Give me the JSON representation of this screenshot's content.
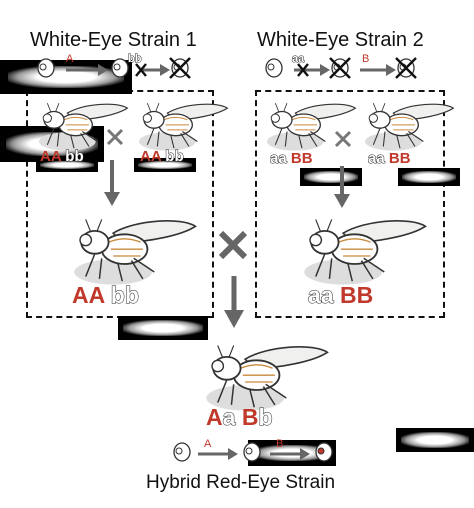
{
  "left": {
    "title": "White-Eye Strain 1",
    "pathway_enzyme_a": "A",
    "pathway_enzyme_b": "bb",
    "parent_genotype_1": {
      "A": "AA",
      "B": "bb"
    },
    "parent_genotype_2": {
      "A": "AA",
      "B": "bb"
    },
    "offspring_genotype": {
      "A": "AA",
      "B": "bb"
    }
  },
  "right": {
    "title": "White-Eye Strain 2",
    "pathway_enzyme_a": "aa",
    "pathway_enzyme_b": "B",
    "parent_genotype_1": {
      "A": "aa",
      "B": "BB"
    },
    "parent_genotype_2": {
      "A": "aa",
      "B": "BB"
    },
    "offspring_genotype": {
      "A": "aa",
      "B": "BB"
    }
  },
  "hybrid": {
    "genotype": {
      "A1": "A",
      "a2": "a",
      "B1": "B",
      "b2": "b"
    },
    "pathway_enzyme_a": "A",
    "pathway_enzyme_b": "B",
    "title": "Hybrid Red-Eye Strain"
  },
  "colors": {
    "red": "#c0392b",
    "arrow": "#666666"
  }
}
